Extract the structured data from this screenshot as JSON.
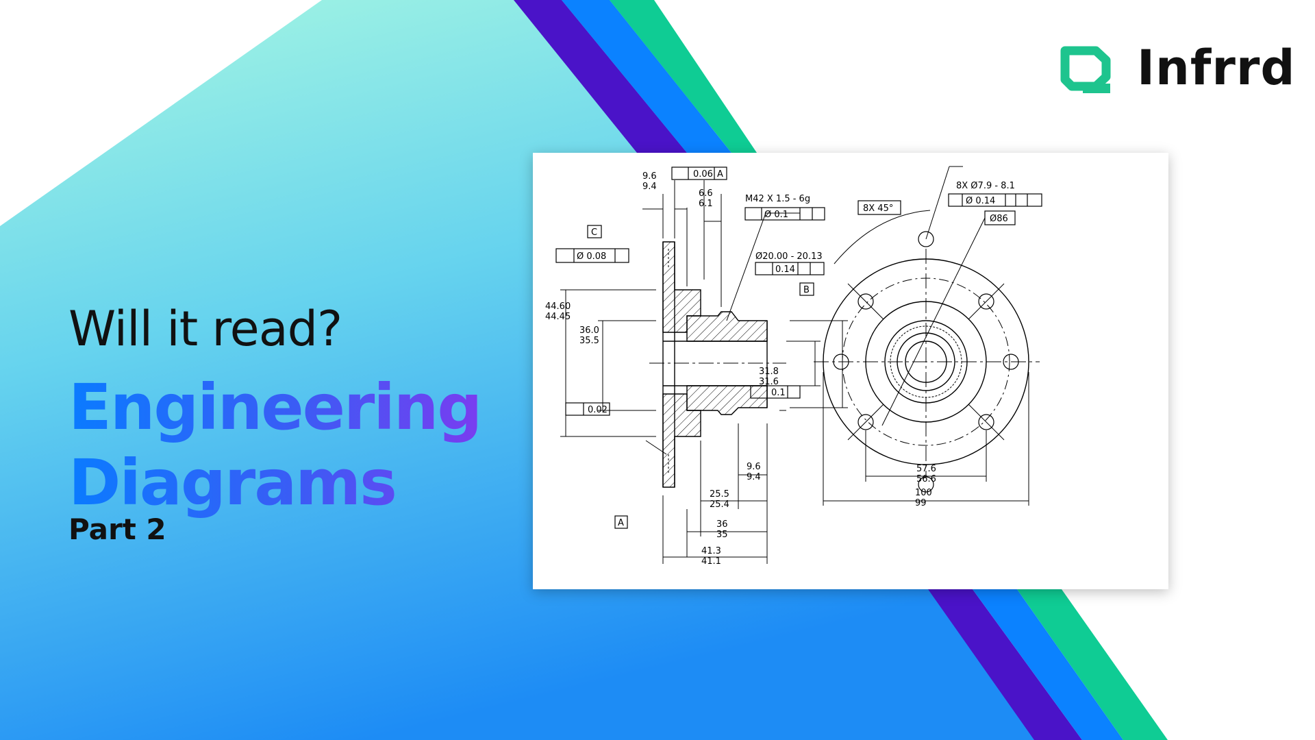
{
  "brand": {
    "name": "Infrrd"
  },
  "hero": {
    "tagline": "Will it read?",
    "title_line1": "Engineering",
    "title_line2": "Diagrams",
    "part": "Part 2"
  },
  "colors": {
    "bg_top": "#a7f7e2",
    "bg_bottom": "#1d8cf5",
    "stripe_purple": "#4a13c8",
    "stripe_blue": "#0b82ff",
    "stripe_green": "#0fcc94",
    "title_gradient_start": "#0a7bff",
    "title_gradient_end": "#7a3cf0"
  },
  "drawing": {
    "labels": {
      "parallelism": "0.06",
      "datum_a_ref": "A",
      "d1_top": "9.6",
      "d1_bot": "9.4",
      "d2_top": "6.6",
      "d2_bot": "6.1",
      "thread": "M42 X 1.5 - 6g",
      "pos_tol": "Ø 0.1",
      "datum_c": "C",
      "perp_tol": "Ø 0.08",
      "bore_dim": "Ø20.00 - 20.13",
      "runout": "0.14",
      "datum_b": "B",
      "od_top": "44.60",
      "od_bot": "44.45",
      "id_top": "36.0",
      "id_bot": "35.5",
      "hub_top": "31.8",
      "hub_bot": "31.6",
      "runout2": "0.1",
      "flat": "0.02",
      "h1_top": "9.6",
      "h1_bot": "9.4",
      "h2_top": "25.5",
      "h2_bot": "25.4",
      "h3_top": "36",
      "h3_bot": "35",
      "h4_top": "41.3",
      "h4_bot": "41.1",
      "datum_a": "A",
      "holes": "8X  Ø7.9 - 8.1",
      "hole_tol": "Ø 0.14",
      "chamfer": "8X 45°",
      "bc_dia": "Ø86",
      "pcd_top": "57.6",
      "pcd_bot": "56.6",
      "flange_top": "100",
      "flange_bot": "99"
    }
  }
}
